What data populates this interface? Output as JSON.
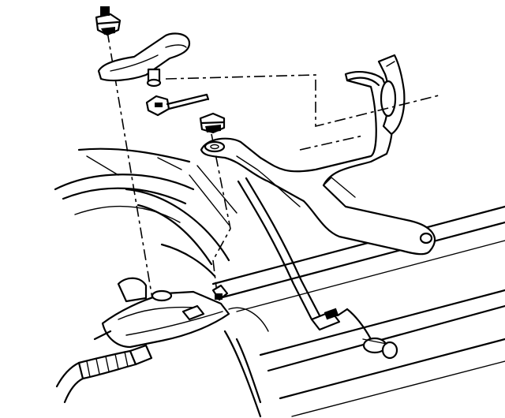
{
  "figure": {
    "subject": "exploded-assembly-line-drawing",
    "ink_color": "#000000",
    "background_color": "#ffffff",
    "parts": [
      {
        "name": "upper-hex-nut",
        "icon": "hex-nut-icon"
      },
      {
        "name": "pivot-lever",
        "icon": "lever-icon"
      },
      {
        "name": "lever-stud",
        "icon": "stud-icon"
      },
      {
        "name": "small-link-rod",
        "icon": "rod-icon"
      },
      {
        "name": "second-hex-nut",
        "icon": "hex-nut-icon"
      },
      {
        "name": "mounting-bracket",
        "icon": "bracket-icon"
      },
      {
        "name": "lower-mechanism-base",
        "icon": "base-icon"
      },
      {
        "name": "flexible-cable-conduit",
        "icon": "cable-icon"
      },
      {
        "name": "frame-rail",
        "icon": "rail-icon"
      }
    ]
  }
}
